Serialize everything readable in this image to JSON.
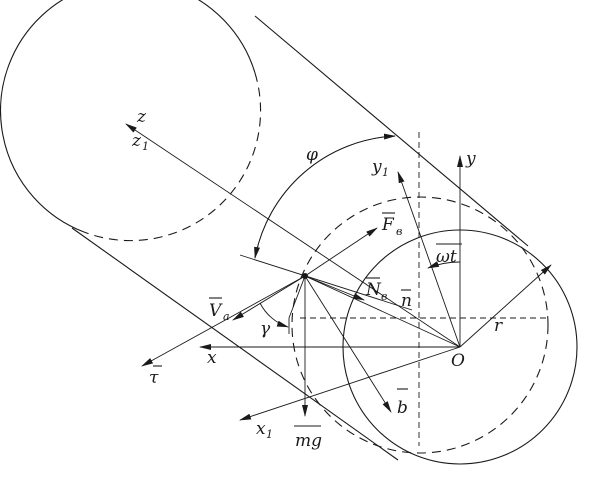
{
  "labels": {
    "z": "z",
    "z1": "z",
    "z1_sub": "1",
    "phi": "φ",
    "y1": "y",
    "y1_sub": "1",
    "y": "y",
    "F": "F",
    "F_sub": "в",
    "omega_t": "ωt",
    "N": "N",
    "N_sub": "в",
    "n": "n",
    "V": "V",
    "V_sub": "a",
    "gamma": "γ",
    "r": "r",
    "tau": "τ",
    "x": "x",
    "O": "O",
    "b": "b",
    "x1": "x",
    "x1_sub": "1",
    "mg": "mg"
  }
}
